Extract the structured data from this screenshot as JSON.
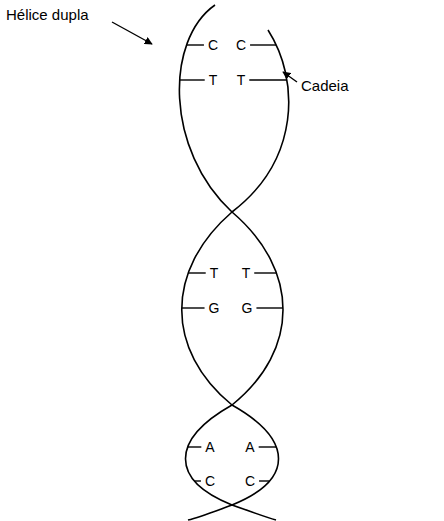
{
  "diagram": {
    "labels": [
      "Hélice dupla",
      "C",
      "C",
      "T",
      "T",
      "Cadeia",
      "T",
      "T",
      "G",
      "G",
      "A",
      "A",
      "C",
      "C"
    ]
  }
}
